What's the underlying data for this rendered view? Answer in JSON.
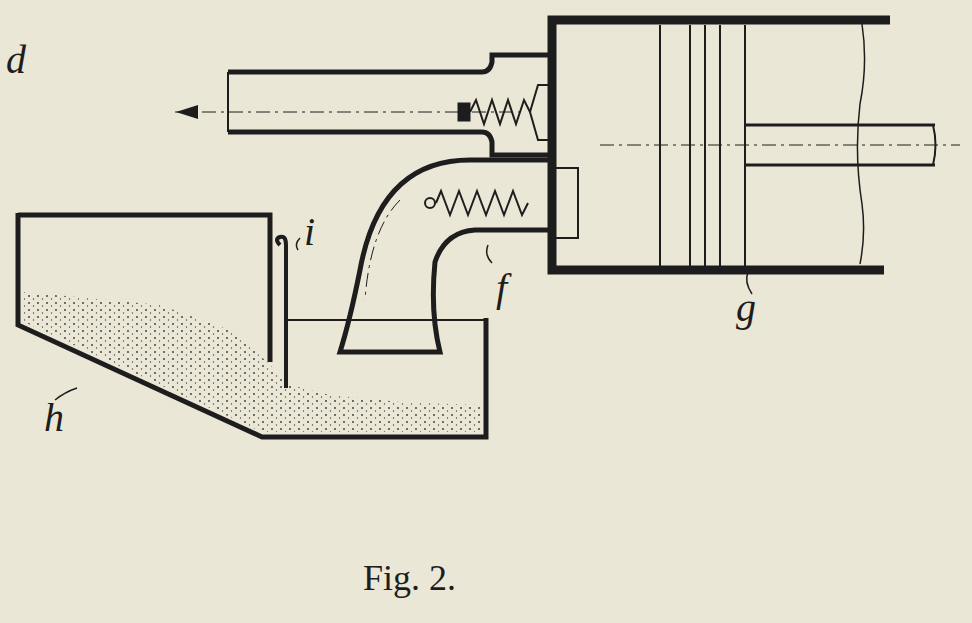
{
  "diagram": {
    "caption": "Fig. 2.",
    "labels": [
      "d",
      "i",
      "f",
      "g",
      "h"
    ]
  }
}
